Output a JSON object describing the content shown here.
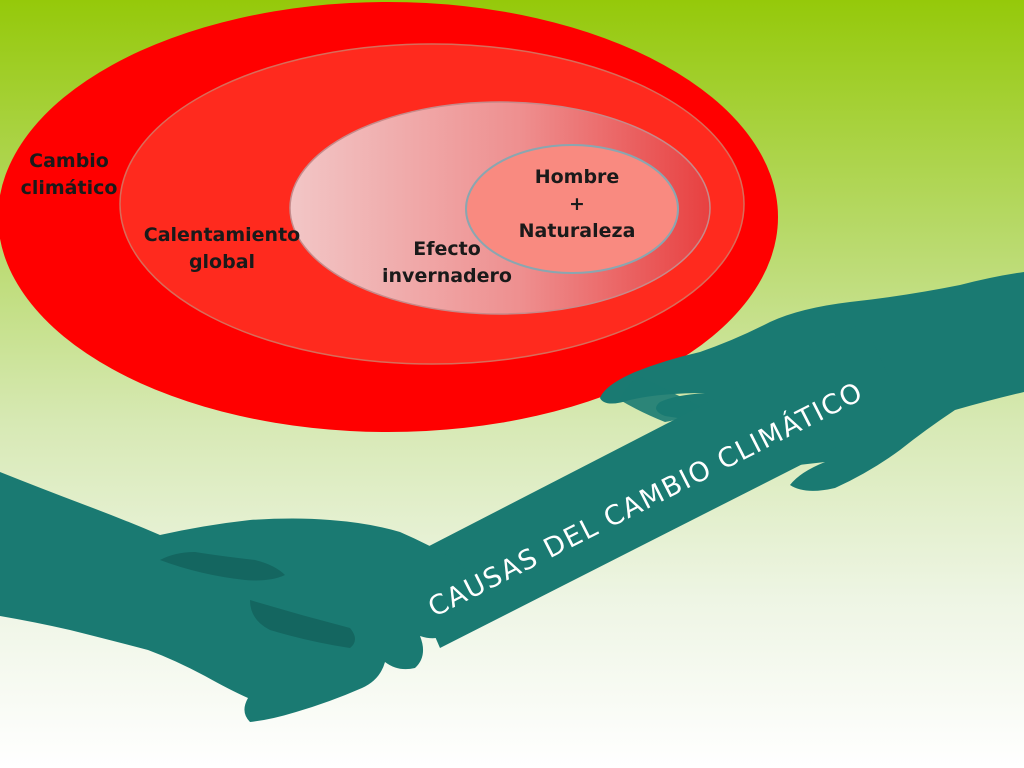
{
  "diagram": {
    "circles": [
      {
        "lines": [
          "Cambio",
          "climático"
        ],
        "fill": "#ff0000"
      },
      {
        "lines": [
          "Calentamiento",
          "global"
        ],
        "fill": "#ff2222"
      },
      {
        "lines": [
          "Efecto",
          "invernadero"
        ],
        "fill": "#f4a5a5"
      },
      {
        "lines": [
          "Hombre",
          "+",
          "Naturaleza"
        ],
        "fill": "#f98a80"
      }
    ]
  },
  "banner": {
    "text": "CAUSAS DEL CAMBIO CLIMÁTICO",
    "color": "#1a7a72"
  },
  "colors": {
    "background_top": "#95c90a",
    "background_bottom": "#ffffff",
    "hand": "#1a7a72"
  }
}
